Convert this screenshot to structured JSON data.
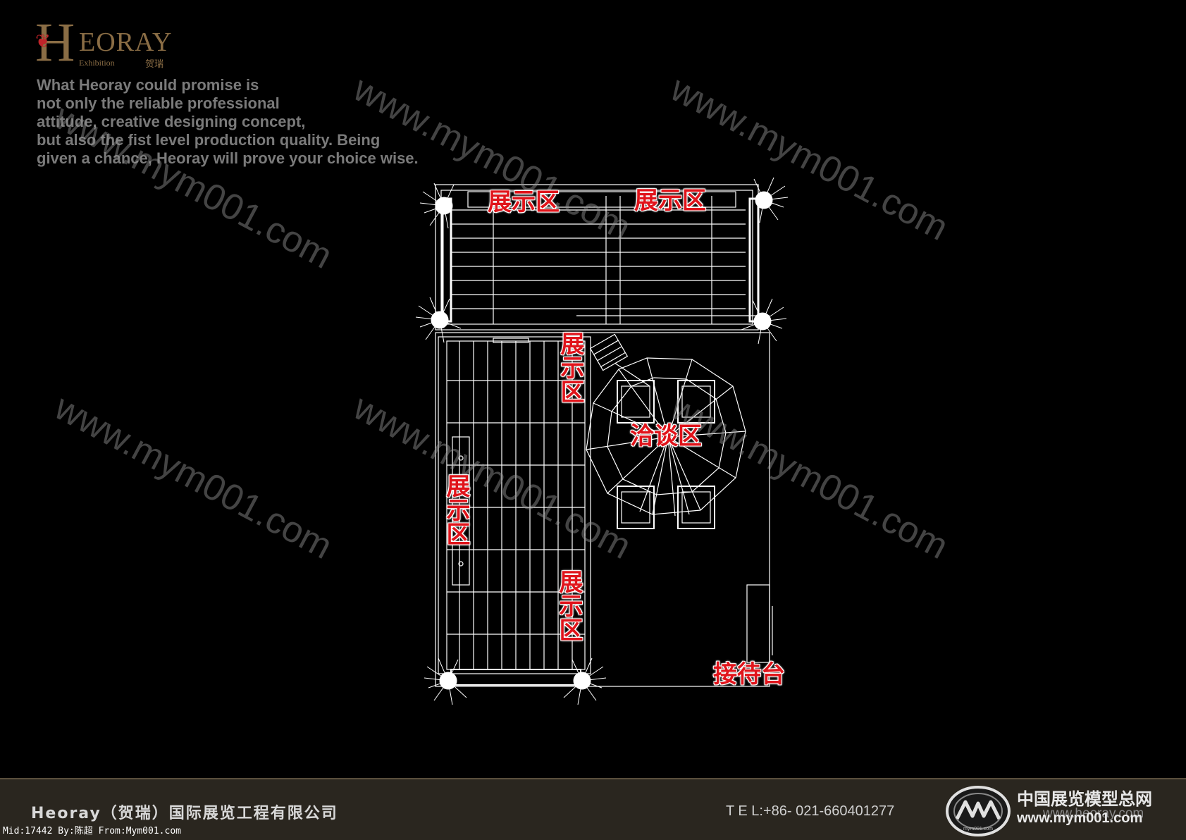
{
  "brand": {
    "logo_letter": "H",
    "logo_name": "EORAY",
    "logo_sub": "Exhibition",
    "logo_cn": "贺瑞"
  },
  "slogan": [
    "What Heoray could promise is",
    "not only the reliable professional",
    "attitude, creative designing concept,",
    "but also the fist level production quality. Being",
    "given a chance, Heoray will prove your choice wise."
  ],
  "watermark_text": "www.mym001.com",
  "zones": {
    "display_top_left": "展示区",
    "display_top_right": "展示区",
    "display_mid": "展示区",
    "display_left": "展示区",
    "display_lower": "展示区",
    "negotiation": "洽谈区",
    "reception": "接待台"
  },
  "footer": {
    "company": "Heoray（贺瑞）国际展览工程有限公司",
    "tel": "T E L:+86- 021-660401277",
    "network_cn": "中国展览模型总网",
    "network_url": "www.mym001.com",
    "background_url": "www.heoray.com",
    "model_logo_caption": "mym001.com"
  },
  "meta": "Mid:17442 By:陈超 From:Mym001.com",
  "colors": {
    "background": "#000000",
    "wireframe": "#ffffff",
    "zone_label": "#e0141b",
    "brand_gold": "#8a6d45",
    "footer_bg": "#2a261f"
  }
}
